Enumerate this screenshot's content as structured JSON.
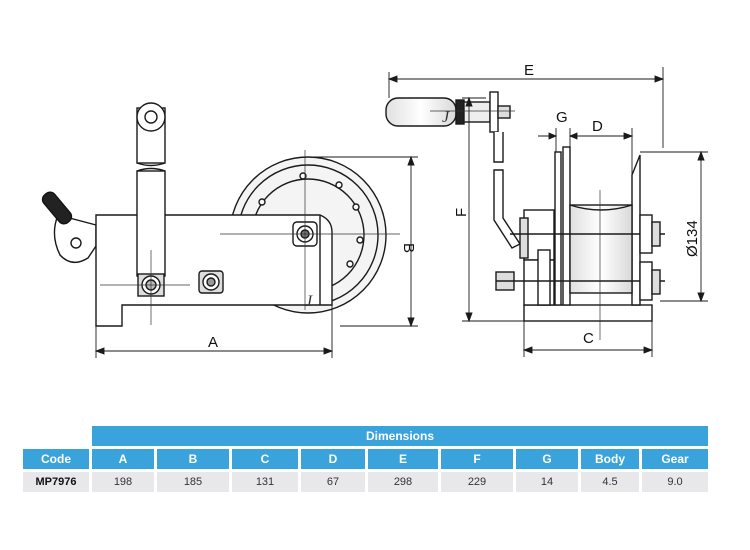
{
  "dimension_letters": {
    "a": "A",
    "b": "B",
    "c": "C",
    "d": "D",
    "e": "E",
    "f": "F",
    "g": "G",
    "diameter": "Ø134"
  },
  "table": {
    "title": "Dimensions",
    "headers": [
      "Code",
      "A",
      "B",
      "C",
      "D",
      "E",
      "F",
      "G",
      "Body",
      "Gear"
    ],
    "row": [
      "MP7976",
      "198",
      "185",
      "131",
      "67",
      "298",
      "229",
      "14",
      "4.5",
      "9.0"
    ]
  },
  "colors": {
    "header_blue": "#3aa3dc",
    "cell_grey": "#e8e8ea",
    "line": "#1a1a1a"
  }
}
